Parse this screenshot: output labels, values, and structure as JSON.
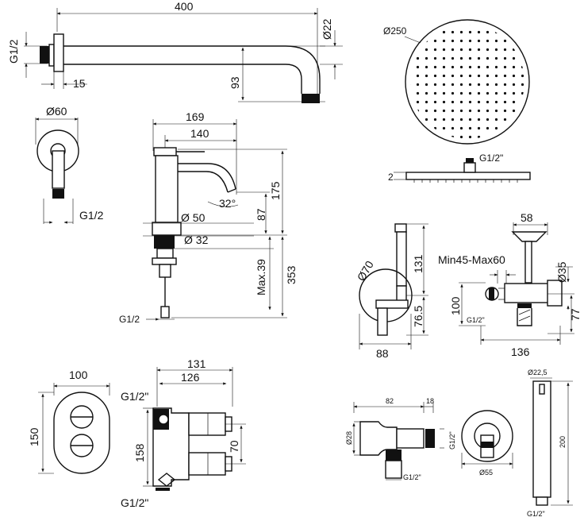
{
  "arm": {
    "length": "400",
    "diameter": "Ø22",
    "thread": "G1/2",
    "flange_depth": "15",
    "drop": "93"
  },
  "flange": {
    "diameter": "Ø60",
    "thread": "G1/2"
  },
  "head": {
    "diameter": "Ø250",
    "thread": "G1/2\"",
    "thickness": "2"
  },
  "mixer": {
    "reach": "169",
    "spout": "140",
    "angle": "32°",
    "body_height": "175",
    "spout_height": "87",
    "body_diameter": "Ø 50",
    "base_diameter": "Ø 32",
    "total_height": "353",
    "max_deck": "Max.39",
    "inlet": "G1/2"
  },
  "diverter": {
    "height": "131",
    "diameter": "Ø70",
    "center": "76.5",
    "width": "88"
  },
  "bidet_valve": {
    "spray_width": "58",
    "wall_range": "Min45-Max60",
    "diameter": "Ø35",
    "height": "100",
    "thread": "G1/2\"",
    "depth": "77",
    "width": "136"
  },
  "cover_plate": {
    "width": "100",
    "height": "150"
  },
  "box": {
    "outer": "131",
    "inner": "126",
    "inlet_top": "G1/2\"",
    "height": "158",
    "depth": "70",
    "inlet_bottom": "G1/2\""
  },
  "angle_valve": {
    "length": "82",
    "tail": "18",
    "diameter": "Ø28",
    "side_thread": "G1/2\"",
    "bottom_thread": "G1/2\""
  },
  "outlet": {
    "diameter": "Ø55"
  },
  "hand_shower": {
    "diameter": "Ø22,5",
    "length": "200",
    "thread": "G1/2\""
  }
}
